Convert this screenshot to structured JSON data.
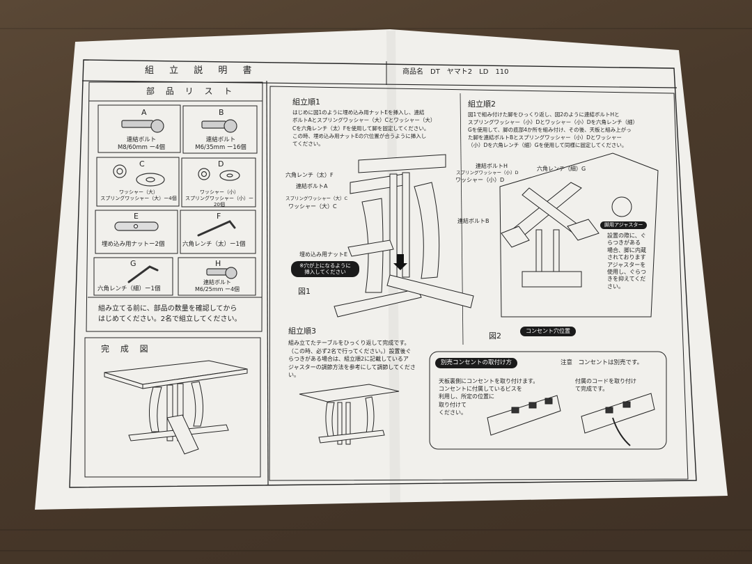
{
  "header": {
    "title": "組 立 説 明 書",
    "product_name": "商品名　DT　ヤマト2　LD　110"
  },
  "parts": {
    "heading": "部 品 リ ス ト",
    "items": [
      {
        "letter": "A",
        "label": "連結ボルト\nM8/60mm ー4個",
        "icon": "bolt-icon"
      },
      {
        "letter": "B",
        "label": "連結ボルト\nM6/35mm ー16個",
        "icon": "bolt-icon"
      },
      {
        "letter": "C",
        "label": "ワッシャー（大）\nスプリングワッシャー（大）ー4個",
        "icon": "washer-icon"
      },
      {
        "letter": "D",
        "label": "ワッシャー（小）\nスプリングワッシャー（小）ー20個",
        "icon": "washer-icon"
      },
      {
        "letter": "E",
        "label": "埋め込み用ナットー2個",
        "icon": "nut-icon"
      },
      {
        "letter": "F",
        "label": "六角レンチ（太）ー1個",
        "icon": "hex-wrench-icon"
      },
      {
        "letter": "G",
        "label": "六角レンチ（細）ー1個",
        "icon": "hex-wrench-icon"
      },
      {
        "letter": "H",
        "label": "連結ボルト\nM6/25mm ー4個",
        "icon": "bolt-icon"
      }
    ],
    "note": "組み立てる前に、部品の数量を確認してから\nはじめてください。2名で組立してください。"
  },
  "complete": {
    "heading": "完 成 図"
  },
  "step1": {
    "heading": "組立順1",
    "text": "はじめに図1のように埋め込み用ナットEを挿入し、連結\nボルトAとスプリングワッシャー（大）Cとワッシャー（大）\nCを六角レンチ（太）Fを使用して脚を固定してください。\nこの時、埋め込み用ナットEの穴位置が合うように挿入し\nてください。",
    "labels": [
      "六角レンチ（太）F",
      "連結ボルトA",
      "スプリングワッシャー（大）C",
      "ワッシャー（大）C",
      "埋め込み用ナットE"
    ],
    "note": "※穴が上になるように\n挿入してください",
    "figure": "図1"
  },
  "step2": {
    "heading": "組立順2",
    "text": "図1で組み付けた脚をひっくり返し、図2のように連結ボルトHと\nスプリングワッシャー（小）Dとワッシャー（小）Dを六角レンチ（細）\nGを使用して、脚の底部4か所を組み付け、その後、天板と組み上がっ\nた脚を連結ボルトBとスプリングワッシャー（小）Dとワッシャー\n（小）Dを六角レンチ（細）Gを使用して同様に固定してください。",
    "labels": [
      "連結ボルトH",
      "スプリングワッシャー（小）D",
      "ワッシャー（小）D",
      "六角レンチ（細）G",
      "連結ボルトB"
    ],
    "adjuster_pill": "脚用アジャスター",
    "adjuster_text": "設置の際に、ぐ\nらつきがある\n場合、脚に内蔵\nされております\nアジャスターを\n使用し、ぐらつ\nきを抑えてくだ\nさい。",
    "outlet_pill": "コンセント穴位置",
    "figure": "図2"
  },
  "step3": {
    "heading": "組立順3",
    "text": "組み立てたテーブルをひっくり返して完成です。\n（この時、必ず2名で行ってください。）設置後ぐ\nらつきがある場合は、組立順2に記載しているア\nジャスターの調節方法を参考にして調節してくださ\nい。"
  },
  "outlet": {
    "pill": "別売コンセントの取付け方",
    "note": "注意　コンセントは別売です。",
    "text1": "天板裏側にコンセントを取り付けます。\nコンセントに付属しているビスを\n利用し、所定の位置に\n取り付けて\nください。",
    "text2": "付属のコードを取り付け\nて完成です。"
  }
}
